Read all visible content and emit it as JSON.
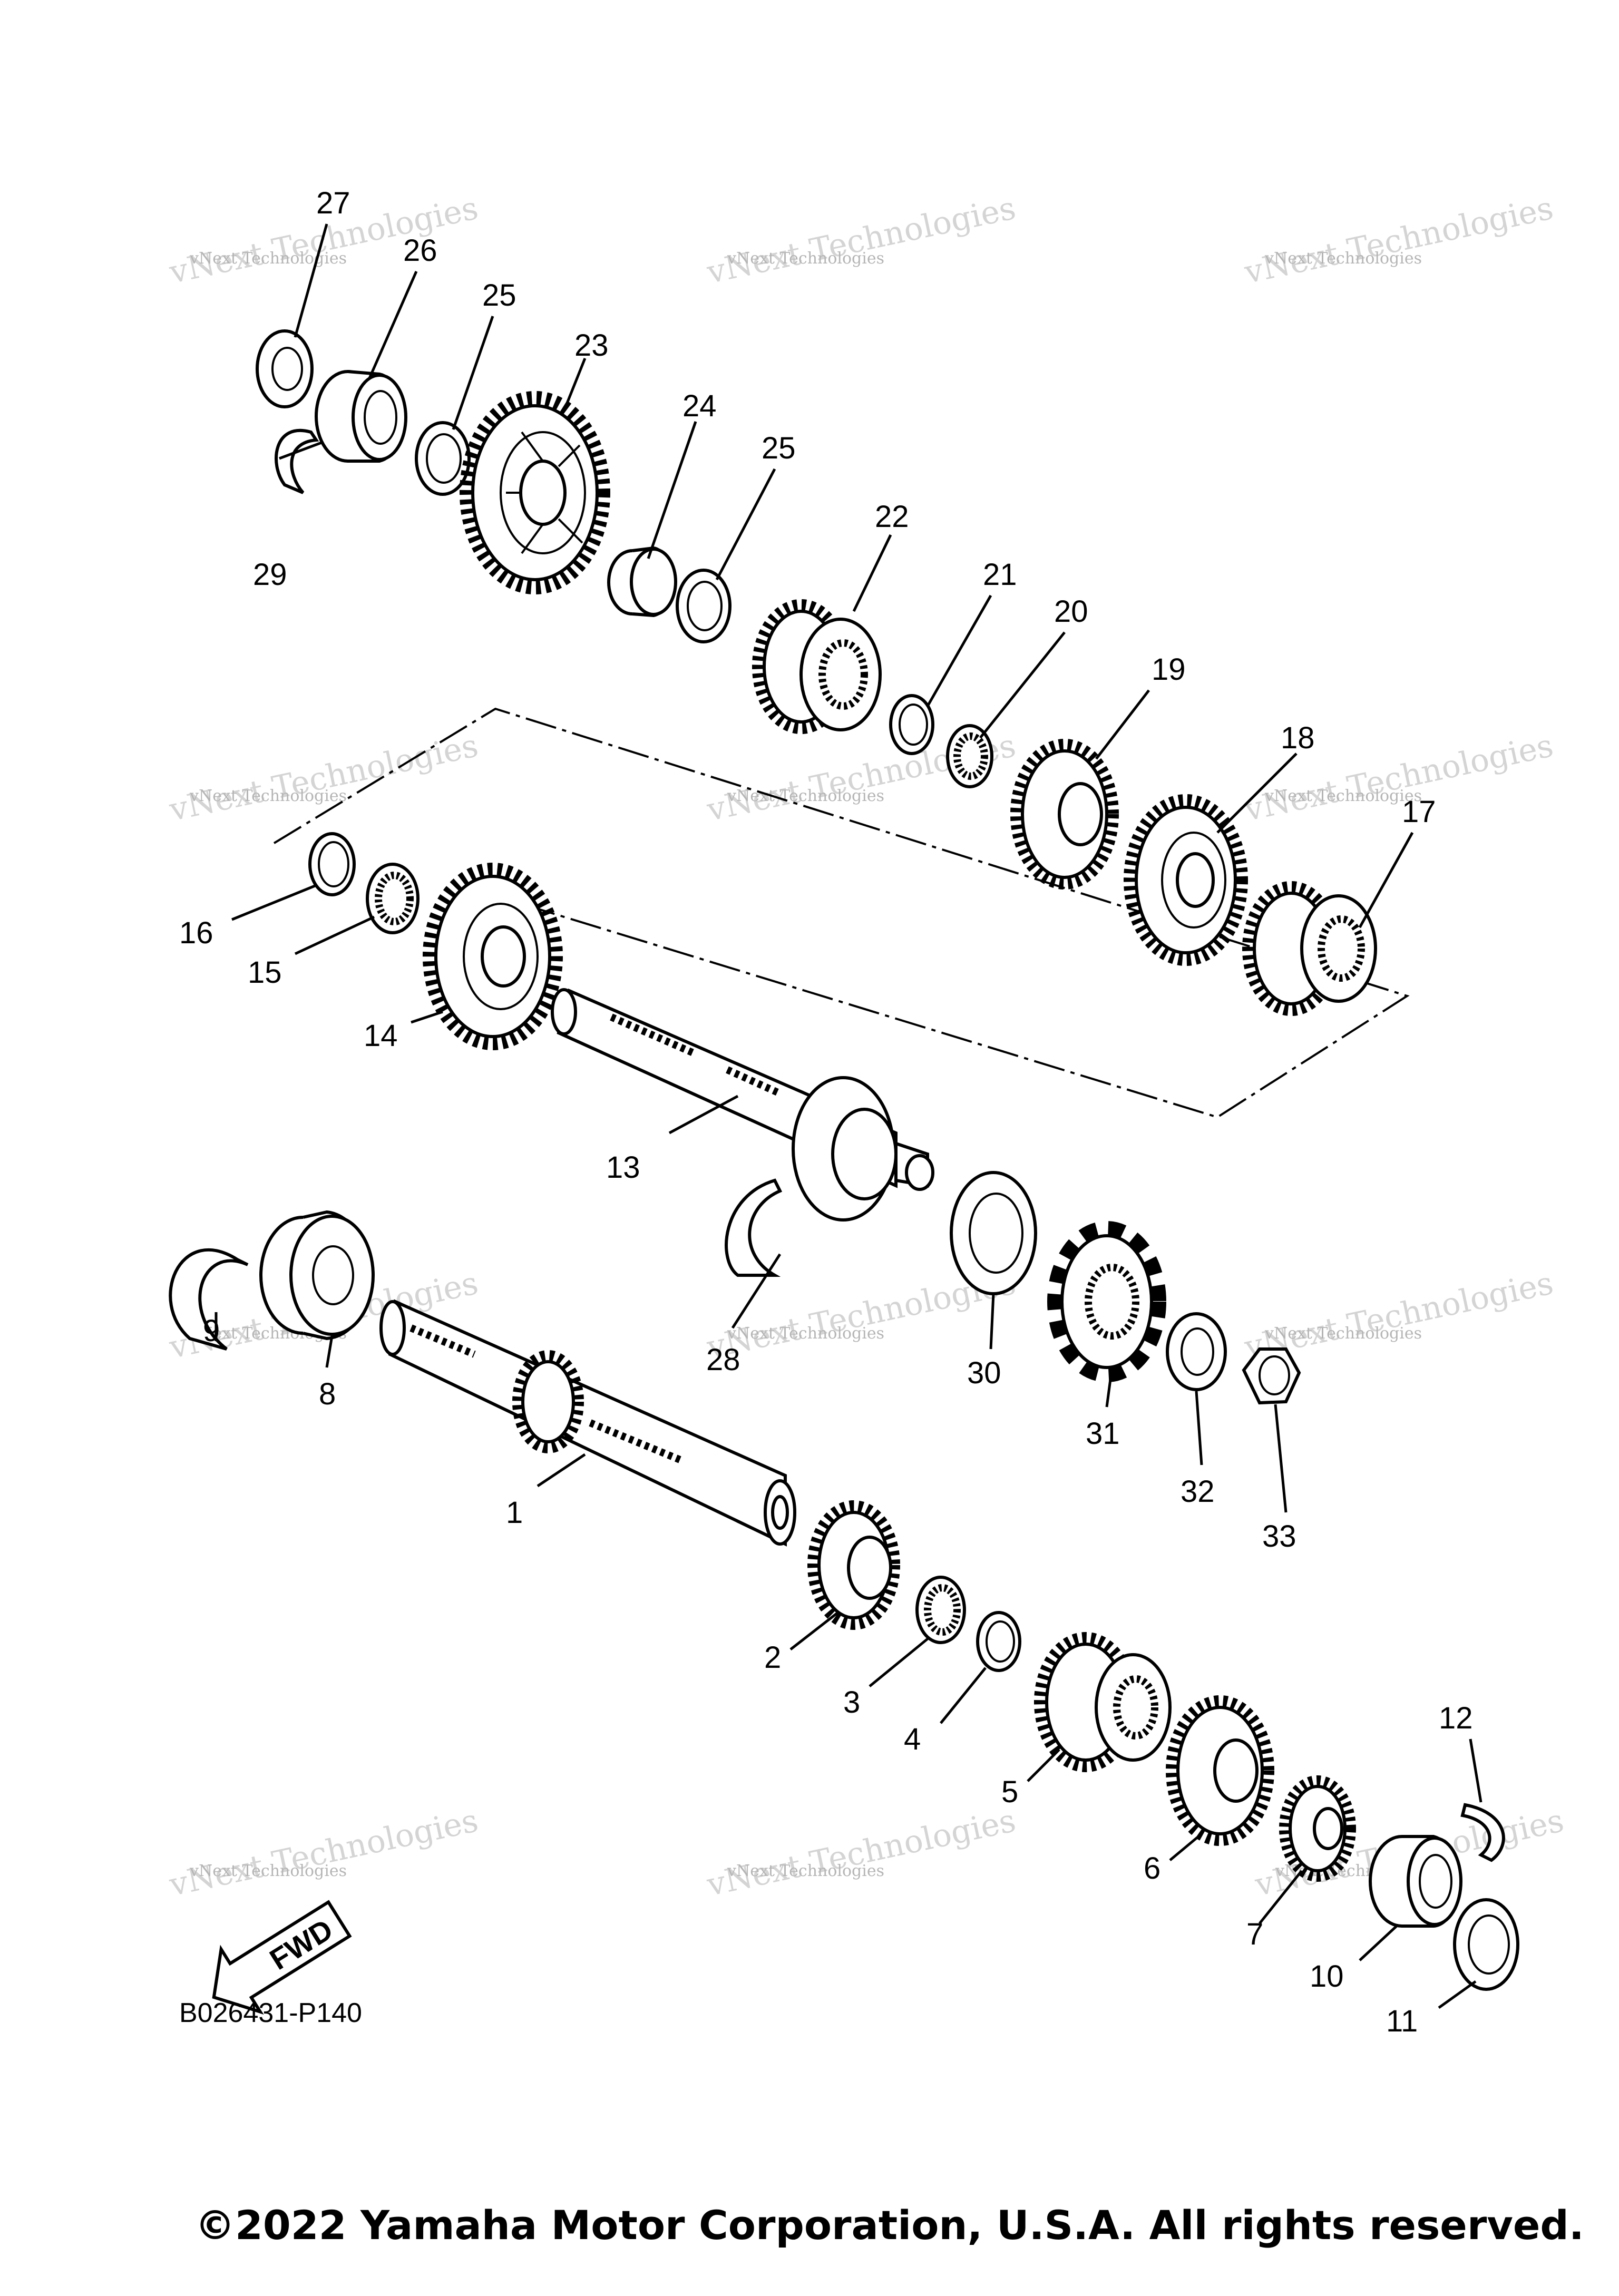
{
  "diagram_code": "B026431-P140",
  "copyright": "©2022 Yamaha Motor Corporation, U.S.A. All rights reserved.",
  "fwd_label": "FWD",
  "watermark": {
    "line1": "vNext Technologies",
    "line2": "vNext Technologies"
  },
  "callouts": {
    "c1": "1",
    "c2": "2",
    "c3": "3",
    "c4": "4",
    "c5": "5",
    "c6": "6",
    "c7": "7",
    "c8": "8",
    "c9": "9",
    "c10": "10",
    "c11": "11",
    "c12": "12",
    "c13": "13",
    "c14": "14",
    "c15": "15",
    "c16": "16",
    "c17": "17",
    "c18": "18",
    "c19": "19",
    "c20": "20",
    "c21": "21",
    "c22": "22",
    "c23": "23",
    "c24": "24",
    "c25a": "25",
    "c25b": "25",
    "c26": "26",
    "c27": "27",
    "c28": "28",
    "c29": "29",
    "c30": "30",
    "c31": "31",
    "c32": "32",
    "c33": "33"
  }
}
